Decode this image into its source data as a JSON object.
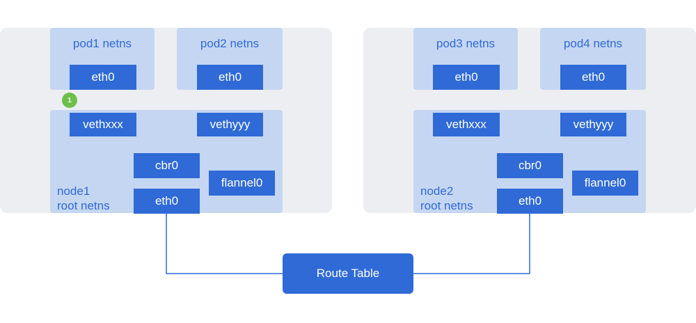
{
  "nodes": [
    {
      "label_line1": "node1",
      "label_line2": "root netns",
      "pods": [
        {
          "title": "pod1 netns",
          "iface": "eth0"
        },
        {
          "title": "pod2 netns",
          "iface": "eth0"
        }
      ],
      "veths": [
        "vethxxx",
        "vethyyy"
      ],
      "bridge": "cbr0",
      "overlay": "flannel0",
      "host_iface": "eth0"
    },
    {
      "label_line1": "node2",
      "label_line2": "root netns",
      "pods": [
        {
          "title": "pod3 netns",
          "iface": "eth0"
        },
        {
          "title": "pod4 netns",
          "iface": "eth0"
        }
      ],
      "veths": [
        "vethxxx",
        "vethyyy"
      ],
      "bridge": "cbr0",
      "overlay": "flannel0",
      "host_iface": "eth0"
    }
  ],
  "route_table": "Route Table",
  "step_badge": "1",
  "colors": {
    "panel": "#eceef2",
    "region": "#c5d6f2",
    "box": "#2f6ad6",
    "line": "#2f6ad6",
    "badge": "#6cc04a"
  }
}
